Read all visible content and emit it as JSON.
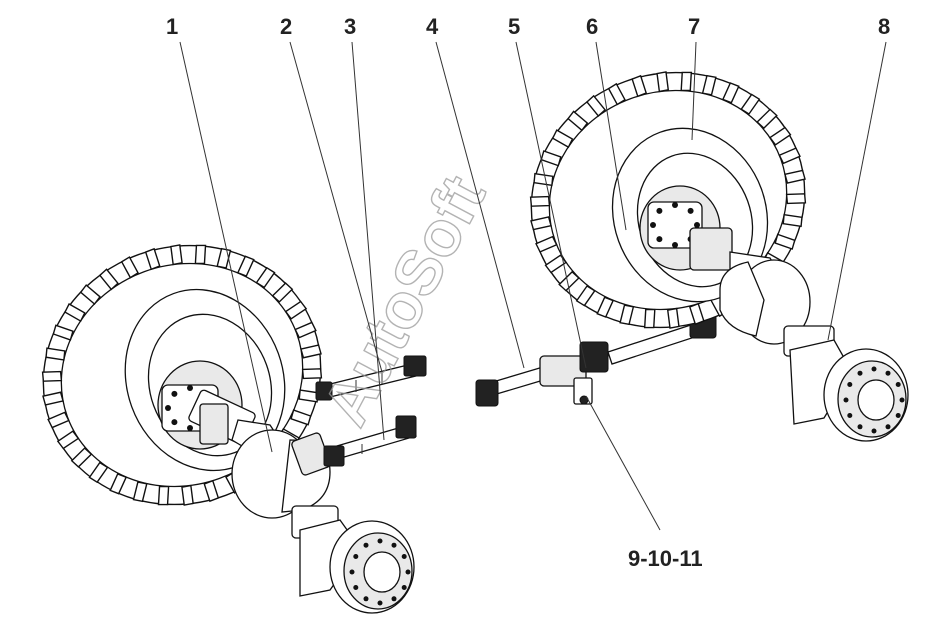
{
  "callouts": [
    {
      "id": "1",
      "label": "1"
    },
    {
      "id": "2",
      "label": "2"
    },
    {
      "id": "3",
      "label": "3"
    },
    {
      "id": "4",
      "label": "4"
    },
    {
      "id": "5",
      "label": "5"
    },
    {
      "id": "6",
      "label": "6"
    },
    {
      "id": "7",
      "label": "7"
    },
    {
      "id": "8",
      "label": "8"
    },
    {
      "id": "9-10-11",
      "label": "9-10-11"
    }
  ],
  "watermark": "AutoSoft",
  "colors": {
    "line": "#111111",
    "label": "#222222",
    "watermark": "#9a9a9a",
    "background": "#ffffff"
  }
}
